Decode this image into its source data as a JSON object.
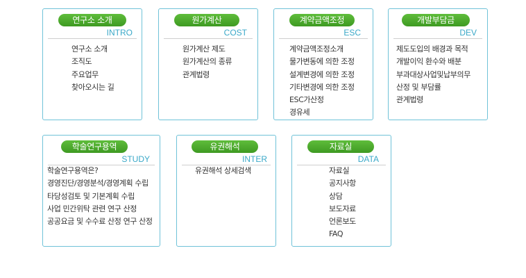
{
  "sections": [
    {
      "title": "연구소 소개",
      "eng": "INTRO",
      "items": [
        "연구소 소개",
        "조직도",
        "주요업무",
        "찾아오시는 길"
      ]
    },
    {
      "title": "원가계산",
      "eng": "COST",
      "items": [
        "원가계산 제도",
        "원가계산의 종류",
        "관계법령"
      ]
    },
    {
      "title": "계약금액조정",
      "eng": "ESC",
      "items": [
        "계약금액조정소개",
        "물가변동에 의한 조정",
        "설계변경에 의한 조정",
        "기타변경에 의한 조정",
        "ESC가산정",
        "경유세"
      ]
    },
    {
      "title": "개발부담금",
      "eng": "DEV",
      "items": [
        "제도도입의 배경과 목적",
        "개발이익 환수와 배분",
        "부과대상사업및납부의무",
        "산정 및 부담률",
        "관계법령"
      ]
    },
    {
      "title": "학술연구용역",
      "eng": "STUDY",
      "items": [
        "학술연구용역은?",
        "경영진단/경영분석/경영계획 수립",
        "타당성검토 및 기본계획 수립",
        "사업 민간위탁 관련 연구 산정",
        "공공요금 및 수수료 산정 연구 산정"
      ]
    },
    {
      "title": "유권해석",
      "eng": "INTER",
      "items": [
        "유권해석 상세검색"
      ]
    },
    {
      "title": "자료실",
      "eng": "DATA",
      "items": [
        "자료실",
        "공지사항",
        "상담",
        "보도자료",
        "언론보도",
        "FAQ"
      ]
    }
  ]
}
